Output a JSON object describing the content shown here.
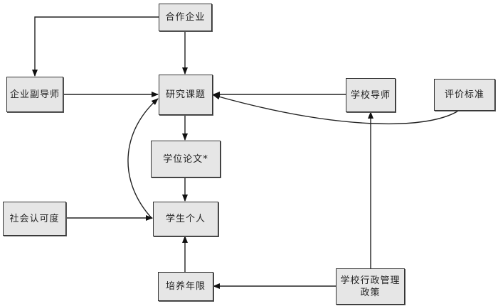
{
  "diagram": {
    "nodes": {
      "partner_company": "合作企业",
      "enterprise_co_supervisor": "企业副导师",
      "research_topic": "研究课题",
      "school_supervisor": "学校导师",
      "evaluation_criteria": "评价标准",
      "degree_thesis": "学位论文*",
      "social_recognition": "社会认可度",
      "student": "学生个人",
      "training_duration": "培养年限",
      "school_admin_policy": "学校行政管理\n政策"
    },
    "edges": [
      {
        "from": "合作企业",
        "to": "企业副导师"
      },
      {
        "from": "合作企业",
        "to": "研究课题"
      },
      {
        "from": "企业副导师",
        "to": "研究课题"
      },
      {
        "from": "学校导师",
        "to": "研究课题"
      },
      {
        "from": "评价标准",
        "to": "研究课题"
      },
      {
        "from": "研究课题",
        "to": "学位论文*"
      },
      {
        "from": "学位论文*",
        "to": "学生个人"
      },
      {
        "from": "学生个人",
        "to": "研究课题"
      },
      {
        "from": "社会认可度",
        "to": "学生个人"
      },
      {
        "from": "培养年限",
        "to": "学生个人"
      },
      {
        "from": "学校行政管理政策",
        "to": "培养年限"
      },
      {
        "from": "学校行政管理政策",
        "to": "学校导师"
      }
    ]
  }
}
